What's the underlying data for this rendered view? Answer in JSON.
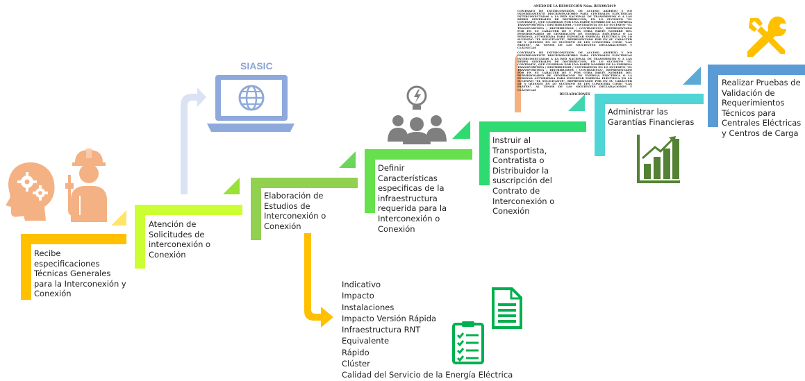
{
  "steps": [
    {
      "text": "Recibe especificaciones Técnicas Generales para la Interconexión y Conexión",
      "color": "#FFC000"
    },
    {
      "text": "Atención de Solicitudes de interconexión o Conexión",
      "color": "#CCFF33"
    },
    {
      "text": "Elaboración de Estudios de Interconexión o Conexión",
      "color": "#92D050"
    },
    {
      "text": "Definir Características especificas de la infraestructura requerida para la Interconexión o Conexión",
      "color": "#66E04C"
    },
    {
      "text": "Instruir al Transportista, Contratista o Distribuidor la suscripción del Contrato de Interconexión o Conexión",
      "color": "#2EDB70"
    },
    {
      "text": "Administrar las Garantías Financieras",
      "color": "#4FD5D5"
    },
    {
      "text": "Realizar Pruebas de Validación de Requerimientos Técnicos para Centrales Eléctricas y Centros de Carga",
      "color": "#5B9BD5"
    }
  ],
  "siasic_label": "SIASIC",
  "study_types": [
    "Indicativo",
    "Impacto",
    "Instalaciones",
    "Impacto Versión Rápida",
    "Infraestructura RNT",
    "Equivalente",
    "Rápido",
    "Clúster",
    "Calidad del Servicio de la Energía Eléctrica"
  ],
  "contract_doc": {
    "heading": "ANEXO DE LA RESOLUCIÓN Núm. RES/00/2019",
    "paragraph_1": "CONTRATO DE INTERCONEXIÓN DE ACCESO ABIERTO Y NO INDEBIDAMENTE DISCRIMINATORIO PARA CENTRALES ELÉCTRICAS INTERCONECTADAS A LA RED NACIONAL DE TRANSMISIÓN O A LAS REDES GENERALES DE DISTRIBUCIÓN, EN LO SUCESIVO \"EL CONTRATO\", QUE CELEBRAN POR UNA PARTE NOMBRE DE LA EMPRESA TRANSPORTISTA / DISTRIBUIDOR / CONTRATISTA EN LO SUCESIVO \"EL TRANSPORTISTA / DISTRIBUIDOR / CONTRATISTA\", REPRESENTADO POR EN SU CARÁCTER DE Y POR OTRA PARTE NOMBRE DEL PERMISIONARIO DE GENERACIÓN DE ENERGÍA ELÉCTRICA O LA PERSONA AUTORIZADA PARA EXPORTAR ENERGÍA ELÉCTRICA EN LO SUCESIVO \"EL SOLICITANTE\", REPRESENTADO POR EN SU CARÁCTER DE Y QUIENES EN LO SUCESIVO SE LES CONOCERÁ COMO \"LAS PARTES\", AL TENOR DE LAS SIGUIENTES DECLARACIONES Y CLÁUSULAS",
    "paragraph_2": "CONTRATO DE INTERCONEXIÓN DE ACCESO ABIERTO Y NO INDEBIDAMENTE DISCRIMINATORIO PARA CENTRALES ELÉCTRICAS INTERCONECTADAS A LA RED NACIONAL DE TRANSMISIÓN O A LAS REDES GENERALES DE DISTRIBUCIÓN, EN LO SUCESIVO \"EL CONTRATO\", QUE CELEBRAN POR UNA PARTE NOMBRE DE LA EMPRESA TRANSPORTISTA / DISTRIBUIDOR / CONTRATISTA EN LO SUCESIVO \"EL TRANSPORTISTA / DISTRIBUIDOR / CONTRATISTA\", REPRESENTADO POR EN SU CARÁCTER DE Y POR OTRA PARTE NOMBRE DEL PERMISIONARIO DE GENERACIÓN DE ENERGÍA ELÉCTRICA O LA PERSONA AUTORIZADA PARA EXPORTAR ENERGÍA ELÉCTRICA EN LO SUCESIVO \"EL SOLICITANTE\", REPRESENTADO POR EN SU CARÁCTER DE Y QUIENES EN LO SUCESIVO SE LES CONOCERÁ COMO \"LAS PARTES\", AL TENOR DE LAS SIGUIENTES DECLARACIONES Y CLÁUSULAS",
    "footer": "DECLARACIONES"
  },
  "colors": {
    "icon_salmon": "#F4B183",
    "icon_gray": "#7F7F7F",
    "icon_green_dark": "#548235",
    "icon_green_doc": "#00B050",
    "icon_tools": "#FFC000",
    "laptop_blue": "#8EA9DB",
    "arrow_light_blue": "#DAE3F3",
    "arrow_yellow": "#FFC000",
    "arrow_orange": "#F4B183"
  }
}
